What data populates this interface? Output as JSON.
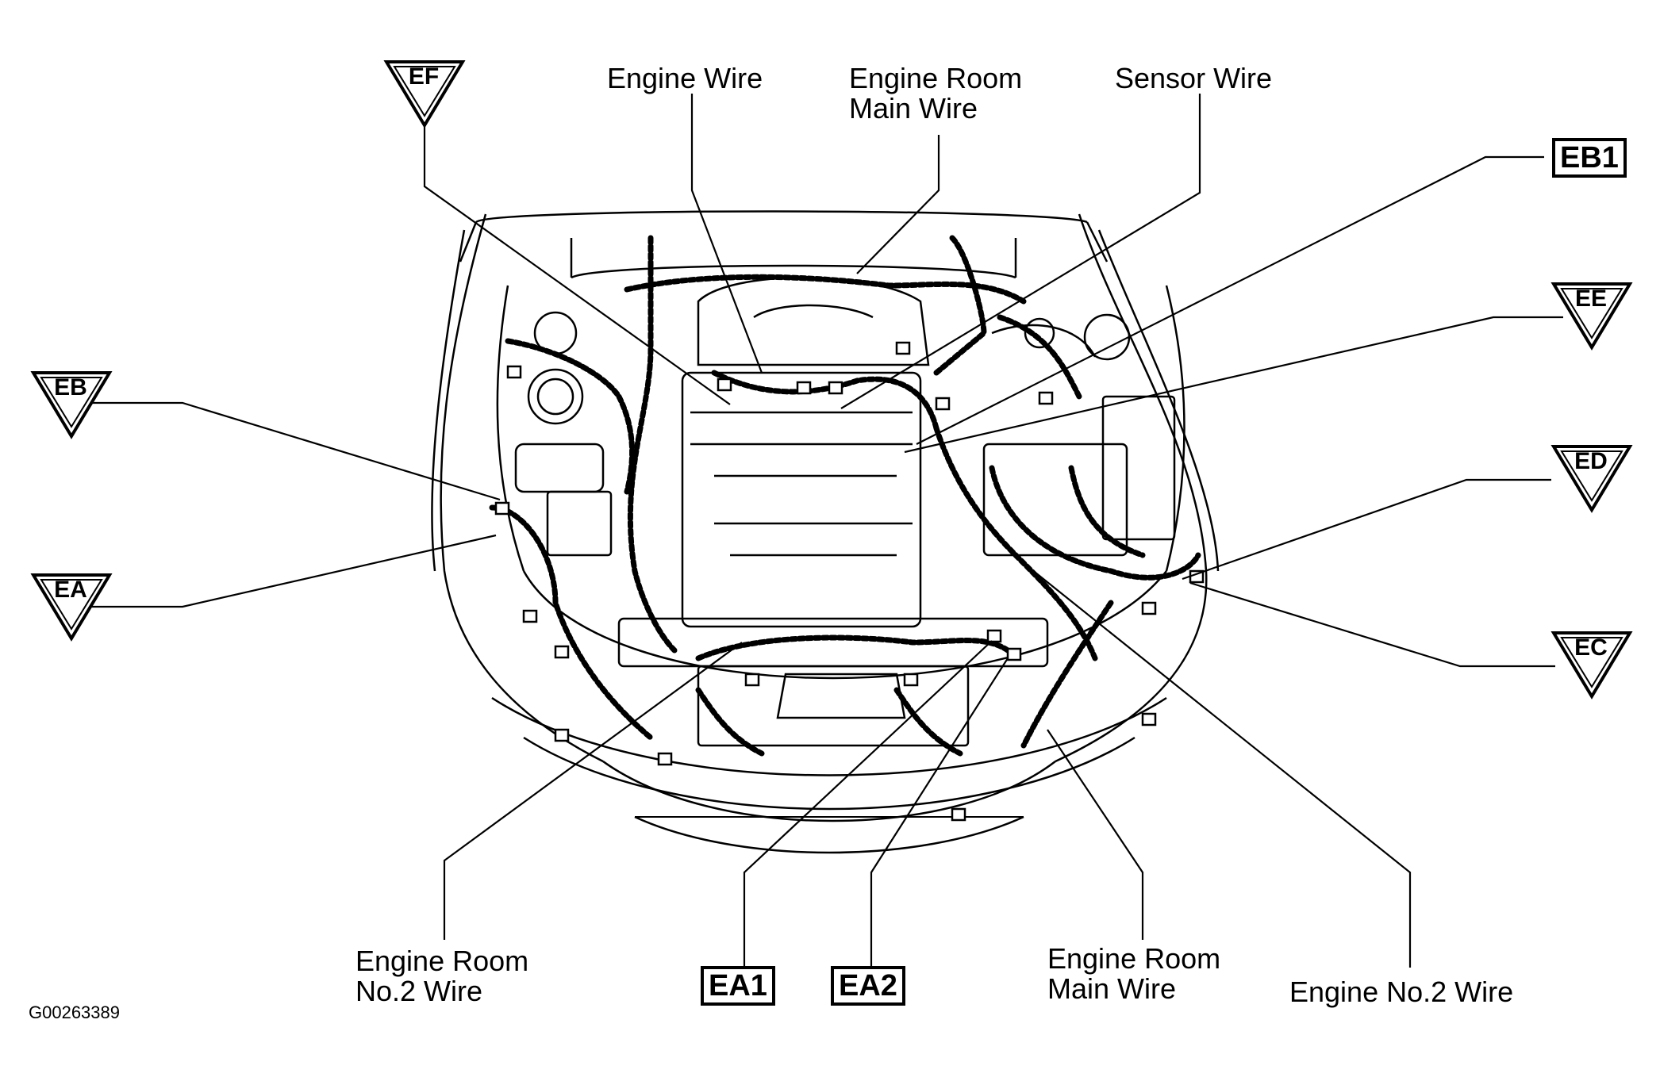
{
  "diagram": {
    "labels": {
      "engine_wire": "Engine Wire",
      "engine_room_main_wire_top": "Engine Room\nMain Wire",
      "sensor_wire": "Sensor Wire",
      "engine_room_no2_wire": "Engine Room\nNo.2 Wire",
      "engine_room_main_wire_bottom": "Engine Room\nMain Wire",
      "engine_no2_wire": "Engine No.2 Wire"
    },
    "connector_triangles": [
      "EF",
      "EB",
      "EA",
      "EE",
      "ED",
      "EC"
    ],
    "connector_boxes": [
      "EB1",
      "EA1",
      "EA2"
    ],
    "figure_id": "G00263389"
  },
  "colors": {
    "line": "#000000",
    "background": "#ffffff"
  }
}
